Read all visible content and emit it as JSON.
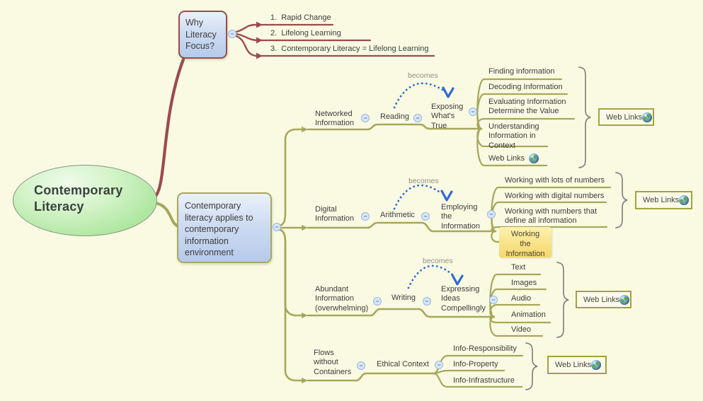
{
  "icons": {
    "collapse": "−",
    "globe": "globe"
  },
  "colors": {
    "background": "#FAFAE2",
    "branch_olive": "#A6A75A",
    "branch_maroon": "#9C4B4C",
    "relationship_blue": "#2E6BD6",
    "highlight_yellow": "#F9DD7E",
    "root_green": "#9BDF8D",
    "topic_box_blue": "#C6D6EF"
  },
  "root": {
    "label": "Contemporary\nLiteracy"
  },
  "why_branch": {
    "topic": "Why\nLiteracy\nFocus?",
    "items": [
      "1.  Rapid Change",
      "2.  Lifelong Learning",
      "3.  Contemporary Literacy = Lifelong Learning"
    ]
  },
  "main_branch": {
    "topic": "Contemporary\nliteracy applies to\ncontemporary\ninformation\nenvironment"
  },
  "branches": [
    {
      "topic": "Networked\nInformation",
      "skill": "Reading",
      "relationship": "becomes",
      "outcome": "Exposing\nWhat's\nTrue",
      "children": [
        "Finding information",
        "Decoding Information",
        "Evaluating Information\nDetermine the Value",
        "Understanding\nInformation in\nContext",
        "Web Links"
      ],
      "weblinks": "Web Links"
    },
    {
      "topic": "Digital\nInformation",
      "skill": "Arithmetic",
      "relationship": "becomes",
      "outcome": "Employing\nthe\nInformation",
      "children": [
        "Working with lots of numbers",
        "Working with digital numbers",
        "Working with numbers that\ndefine all information",
        "Working\nthe\nInformation"
      ],
      "weblinks": "Web Links"
    },
    {
      "topic": "Abundant\nInformation\n(overwhelming)",
      "skill": "Writing",
      "relationship": "becomes",
      "outcome": "Expressing\nIdeas\nCompellingly",
      "children": [
        "Text",
        "Images",
        "Audio",
        "Animation",
        "Video"
      ],
      "weblinks": "Web Links"
    },
    {
      "topic": "Flows\nwithout\nContainers",
      "skill": "Ethical Context",
      "children": [
        "Info-Responsibility",
        "Info-Property",
        "Info-Infrastructure"
      ],
      "weblinks": "Web Links"
    }
  ]
}
